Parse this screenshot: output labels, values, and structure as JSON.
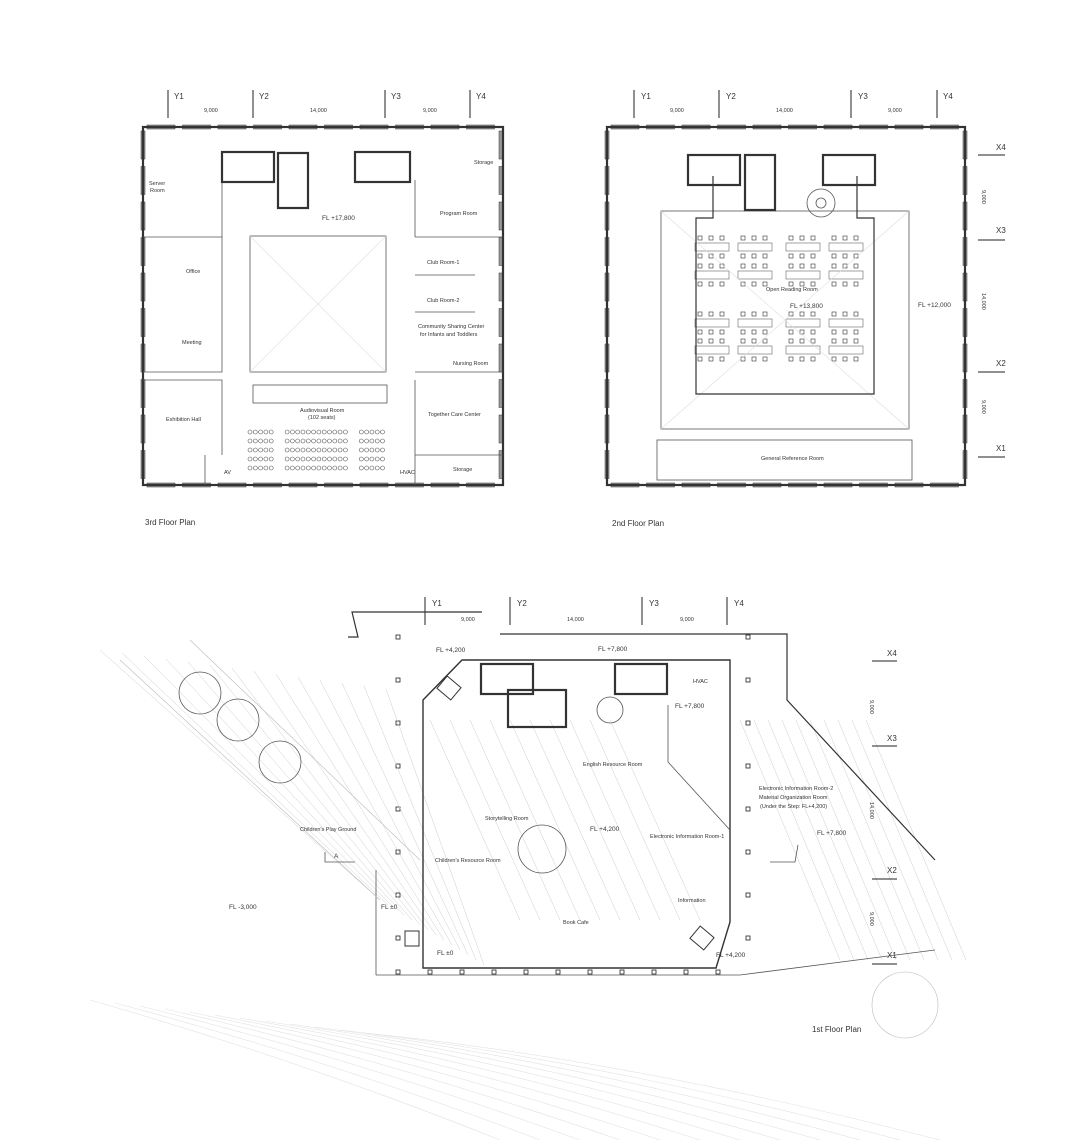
{
  "grid": {
    "axes_y": [
      "Y1",
      "Y2",
      "Y3",
      "Y4"
    ],
    "axes_x": [
      "X4",
      "X3",
      "X2",
      "X1"
    ],
    "dims_h": [
      "9,000",
      "14,000",
      "9,000"
    ],
    "dims_v": [
      "9,000",
      "14,000",
      "9,000"
    ]
  },
  "floor3": {
    "title": "3rd Floor Plan",
    "level": "FL +17,800",
    "rooms": {
      "server": [
        "Server",
        "Room"
      ],
      "storage_top": "Storage",
      "program": "Program Room",
      "club1": "Club Room-1",
      "club2": "Club Room-2",
      "office": "Office",
      "meeting": "Meeting",
      "community": [
        "Community Sharing Center",
        "for Infants and Toddlers"
      ],
      "nursing": "Nursing Room",
      "exhibition": "Exhibition Hall",
      "audiovisual": [
        "Audiovisual Room",
        "(102 seats)"
      ],
      "together": "Together Care Center",
      "storage_bottom": "Storage",
      "av": "AV",
      "hvac": "HVAC"
    }
  },
  "floor2": {
    "title": "2nd Floor Plan",
    "levels": [
      "FL +13,800",
      "FL +12,000"
    ],
    "rooms": {
      "open_reading": "Open Reading Room",
      "general_reference": "General Reference Room"
    }
  },
  "floor1": {
    "title": "1st Floor Plan",
    "levels": {
      "a": "FL +4,200",
      "b": "FL +7,800",
      "c": "FL +7,800",
      "d": "FL +4,200",
      "e": "FL +7,800",
      "f": "FL -3,000",
      "g": "FL ±0",
      "h": "FL ±0",
      "i": "FL +4,200"
    },
    "section_mark": "A",
    "rooms": {
      "hvac": "HVAC",
      "english": "English Resource Room",
      "electronic2": [
        "Electronic Information Room-2",
        "Material Organization Room",
        "(Under the Step: FL+4,200)"
      ],
      "storytelling": "Storytelling Room",
      "electronic1": "Electronic Information Room-1",
      "playground": "Children's Play Ground",
      "childrens": "Children's Resource Room",
      "information": "Information",
      "bookcafe": "Book Cafe"
    }
  }
}
